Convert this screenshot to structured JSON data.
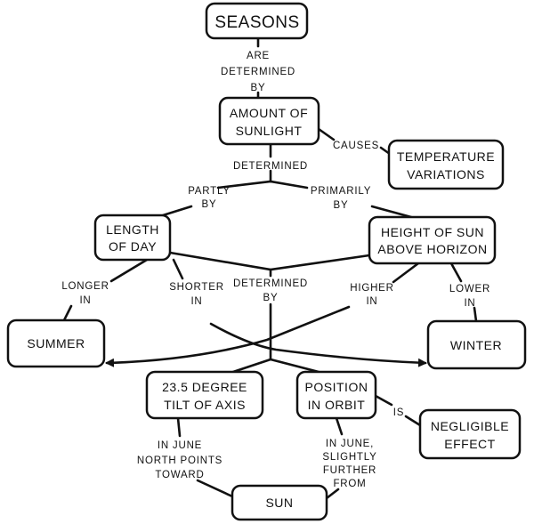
{
  "nodes": {
    "seasons": "SEASONS",
    "amount": [
      "AMOUNT OF",
      "SUNLIGHT"
    ],
    "temperature": [
      "TEMPERATURE",
      "VARIATIONS"
    ],
    "length": [
      "LENGTH",
      "OF DAY"
    ],
    "height": [
      "HEIGHT OF SUN",
      "ABOVE HORIZON"
    ],
    "summer": "SUMMER",
    "winter": "WINTER",
    "tilt": [
      "23.5 DEGREE",
      "TILT OF AXIS"
    ],
    "position": [
      "POSITION",
      "IN ORBIT"
    ],
    "negligible": [
      "NEGLIGIBLE",
      "EFFECT"
    ],
    "sun": "SUN"
  },
  "links": {
    "are_determined_by": [
      "ARE",
      "DETERMINED",
      "BY"
    ],
    "determined": "DETERMINED",
    "partly_by": [
      "PARTLY",
      "BY"
    ],
    "primarily_by": [
      "PRIMARILY",
      "BY"
    ],
    "causes": "CAUSES",
    "longer_in": [
      "LONGER",
      "IN"
    ],
    "shorter_in": [
      "SHORTER",
      "IN"
    ],
    "determined_by": [
      "DETERMINED",
      "BY"
    ],
    "higher_in": [
      "HIGHER",
      "IN"
    ],
    "lower_in": [
      "LOWER",
      "IN"
    ],
    "is": "IS",
    "north_points": [
      "IN JUNE",
      "NORTH POINTS",
      "TOWARD"
    ],
    "further_from": [
      "IN JUNE,",
      "SLIGHTLY",
      "FURTHER",
      "FROM"
    ]
  }
}
